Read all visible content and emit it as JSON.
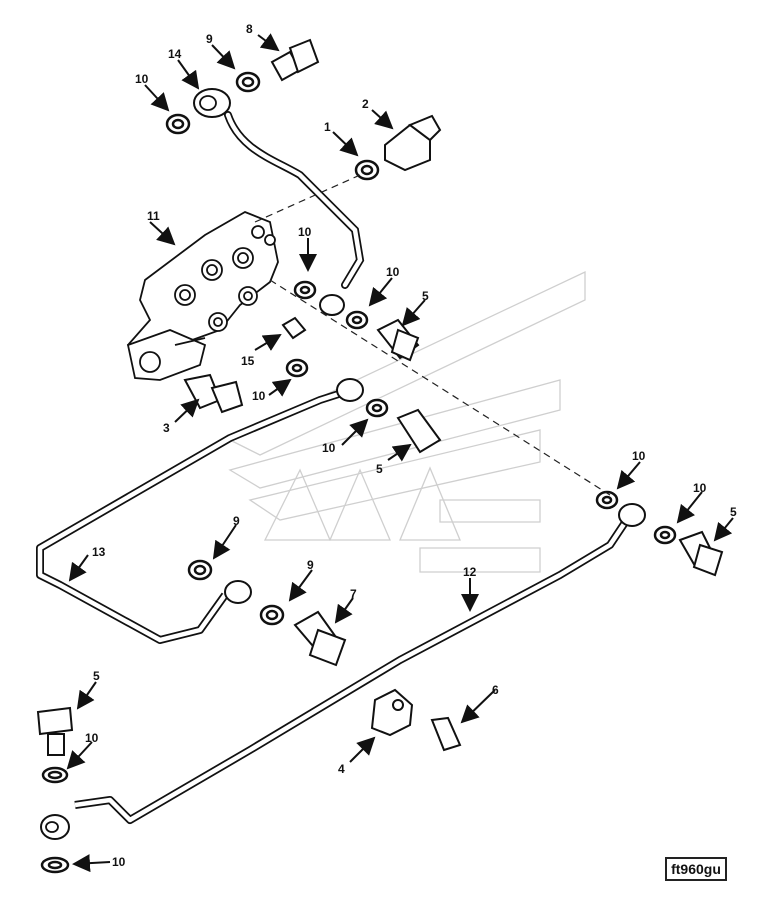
{
  "diagram": {
    "reference_code": "ft960gu",
    "callouts": [
      {
        "id": "c1",
        "label": "1"
      },
      {
        "id": "c2",
        "label": "2"
      },
      {
        "id": "c3",
        "label": "3"
      },
      {
        "id": "c4",
        "label": "4"
      },
      {
        "id": "c5a",
        "label": "5"
      },
      {
        "id": "c5b",
        "label": "5"
      },
      {
        "id": "c5c",
        "label": "5"
      },
      {
        "id": "c5d",
        "label": "5"
      },
      {
        "id": "c6",
        "label": "6"
      },
      {
        "id": "c7",
        "label": "7"
      },
      {
        "id": "c8",
        "label": "8"
      },
      {
        "id": "c9a",
        "label": "9"
      },
      {
        "id": "c9b",
        "label": "9"
      },
      {
        "id": "c9c",
        "label": "9"
      },
      {
        "id": "c10a",
        "label": "10"
      },
      {
        "id": "c10b",
        "label": "10"
      },
      {
        "id": "c10c",
        "label": "10"
      },
      {
        "id": "c10d",
        "label": "10"
      },
      {
        "id": "c10e",
        "label": "10"
      },
      {
        "id": "c10f",
        "label": "10"
      },
      {
        "id": "c10g",
        "label": "10"
      },
      {
        "id": "c10h",
        "label": "10"
      },
      {
        "id": "c10i",
        "label": "10"
      },
      {
        "id": "c11",
        "label": "11"
      },
      {
        "id": "c12",
        "label": "12"
      },
      {
        "id": "c13",
        "label": "13"
      },
      {
        "id": "c14",
        "label": "14"
      },
      {
        "id": "c15",
        "label": "15"
      }
    ]
  }
}
